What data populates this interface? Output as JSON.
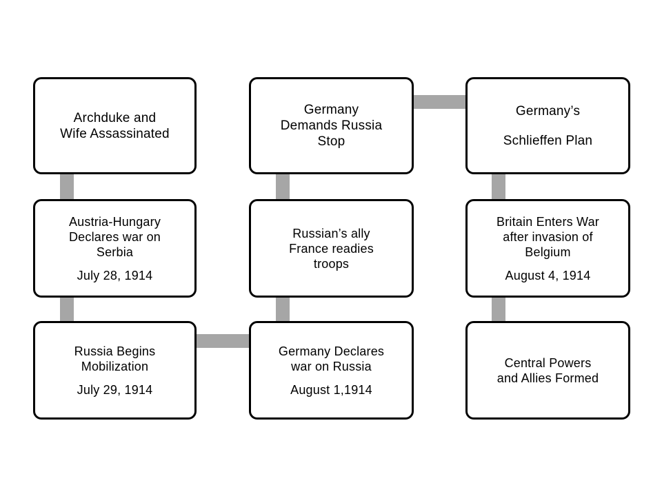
{
  "events": [
    {
      "id": "archduke",
      "lines": [
        "Archduke and",
        "Wife Assassinated"
      ]
    },
    {
      "id": "austria",
      "lines": [
        "Austria-Hungary",
        "Declares war on",
        "Serbia",
        "July 28, 1914"
      ]
    },
    {
      "id": "russia-mobilization",
      "lines": [
        "Russia Begins",
        "Mobilization",
        "July 29, 1914"
      ]
    },
    {
      "id": "germany-declares",
      "lines": [
        "Germany Declares",
        "war on Russia",
        "August 1,1914"
      ]
    },
    {
      "id": "france-readies",
      "lines": [
        "Russian’s ally",
        "France readies",
        "troops"
      ]
    },
    {
      "id": "germany-demands",
      "lines": [
        "Germany",
        "Demands Russia",
        "Stop"
      ]
    },
    {
      "id": "schlieffen",
      "lines": [
        "Germany’s",
        "Schlieffen Plan"
      ]
    },
    {
      "id": "britain",
      "lines": [
        "Britain Enters War",
        "after invasion of",
        "Belgium",
        "August 4, 1914"
      ]
    },
    {
      "id": "alliances",
      "lines": [
        "Central Powers",
        "and Allies Formed"
      ]
    }
  ]
}
